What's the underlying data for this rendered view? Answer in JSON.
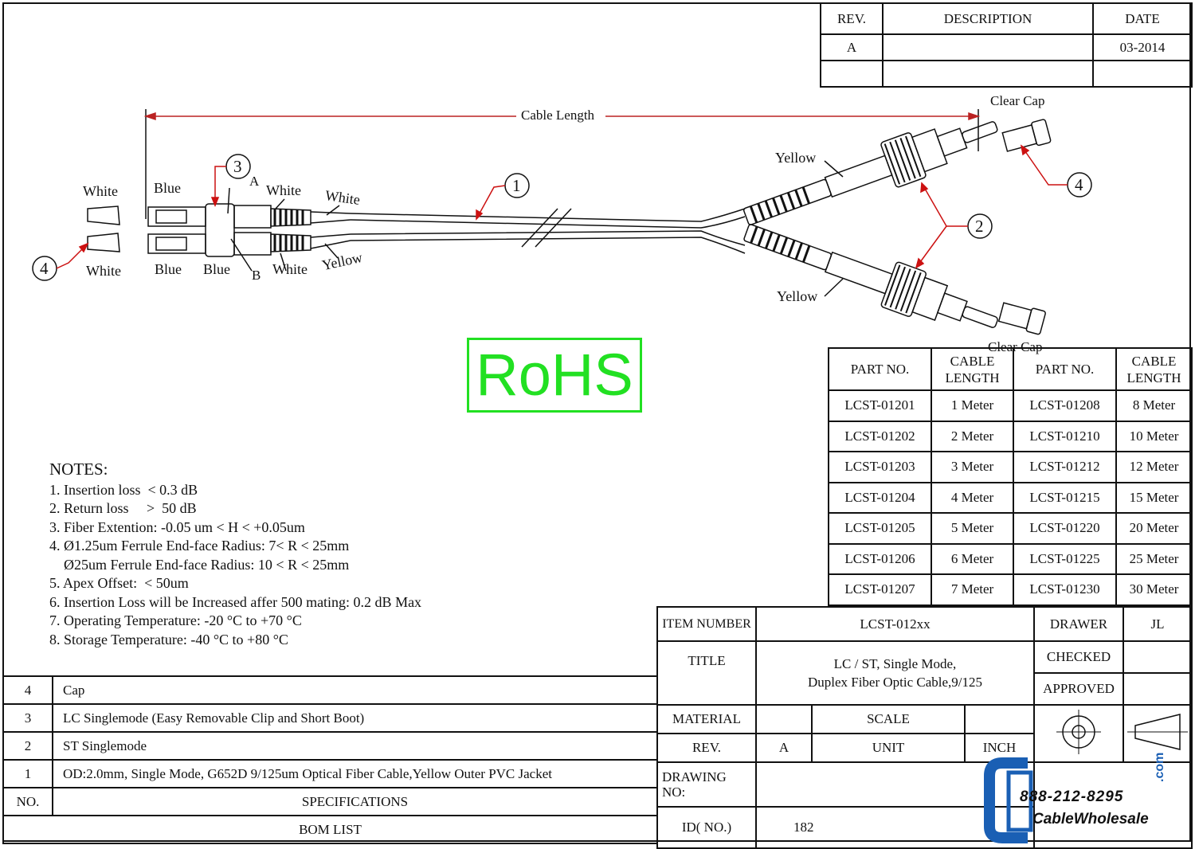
{
  "revision_table": {
    "headers": [
      "REV.",
      "DESCRIPTION",
      "DATE"
    ],
    "rows": [
      [
        "A",
        "",
        "03-2014"
      ],
      [
        "",
        "",
        ""
      ]
    ]
  },
  "diagram": {
    "cable_length": "Cable Length",
    "clear_cap_top": "Clear Cap",
    "clear_cap_bottom": "Clear Cap",
    "yellow_top": "Yellow",
    "yellow_bottom": "Yellow",
    "white_cap_top": "White",
    "white_cap_bottom": "White",
    "blue_top": "Blue",
    "blue_bottom_left": "Blue",
    "blue_bottom_right": "Blue",
    "white_boot_top": "White",
    "white_boot_bottom": "White",
    "white_fiber": "White",
    "yellow_fiber": "Yellow",
    "label_a": "A",
    "label_b": "B",
    "callouts": [
      "1",
      "2",
      "3",
      "4",
      "4"
    ]
  },
  "rohs": "RoHS",
  "notes": {
    "title": "NOTES:",
    "items": [
      "1. Insertion loss  < 0.3 dB",
      "2. Return loss     >  50 dB",
      "3. Fiber Extention: -0.05 um < H < +0.05um",
      "4. Ø1.25um Ferrule End-face Radius: 7< R < 25mm",
      "    Ø25um Ferrule End-face Radius: 10 < R < 25mm",
      "5. Apex Offset:  < 50um",
      "6. Insertion Loss will be Increased affer 500 mating: 0.2 dB Max",
      "7. Operating Temperature: -20 °C to +70 °C",
      "8. Storage Temperature: -40 °C to +80 °C"
    ]
  },
  "part_table": {
    "headers": [
      "PART NO.",
      "CABLE\nLENGTH",
      "PART NO.",
      "CABLE\nLENGTH"
    ],
    "rows": [
      [
        "LCST-01201",
        "1 Meter",
        "LCST-01208",
        "8 Meter"
      ],
      [
        "LCST-01202",
        "2 Meter",
        "LCST-01210",
        "10 Meter"
      ],
      [
        "LCST-01203",
        "3 Meter",
        "LCST-01212",
        "12 Meter"
      ],
      [
        "LCST-01204",
        "4 Meter",
        "LCST-01215",
        "15 Meter"
      ],
      [
        "LCST-01205",
        "5 Meter",
        "LCST-01220",
        "20 Meter"
      ],
      [
        "LCST-01206",
        "6 Meter",
        "LCST-01225",
        "25 Meter"
      ],
      [
        "LCST-01207",
        "7 Meter",
        "LCST-01230",
        "30 Meter"
      ]
    ]
  },
  "bom": {
    "rows": [
      [
        "4",
        "Cap"
      ],
      [
        "3",
        "LC Singlemode (Easy Removable Clip and Short Boot)"
      ],
      [
        "2",
        "ST Singlemode"
      ],
      [
        "1",
        "OD:2.0mm, Single Mode, G652D 9/125um Optical Fiber Cable,Yellow Outer PVC Jacket"
      ]
    ],
    "header_no": "NO.",
    "header_spec": "SPECIFICATIONS",
    "footer": "BOM LIST"
  },
  "title_block": {
    "item_number_label": "ITEM NUMBER",
    "item_number": "LCST-012xx",
    "drawer_label": "DRAWER",
    "drawer": "JL",
    "title_label": "TITLE",
    "title_line1": "LC / ST, Single Mode,",
    "title_line2": "Duplex Fiber Optic Cable,9/125",
    "checked_label": "CHECKED",
    "approved_label": "APPROVED",
    "material_label": "MATERIAL",
    "scale_label": "SCALE",
    "rev_label": "REV.",
    "rev": "A",
    "unit_label": "UNIT",
    "unit": "INCH",
    "drawing_no_label": "DRAWING\nNO:",
    "id_label": "ID( NO.)",
    "id": "182"
  },
  "logo": {
    "phone": "888-212-8295",
    "name": "CableWholesale",
    "suffix": ".com",
    "color": "#1a5fb4"
  }
}
